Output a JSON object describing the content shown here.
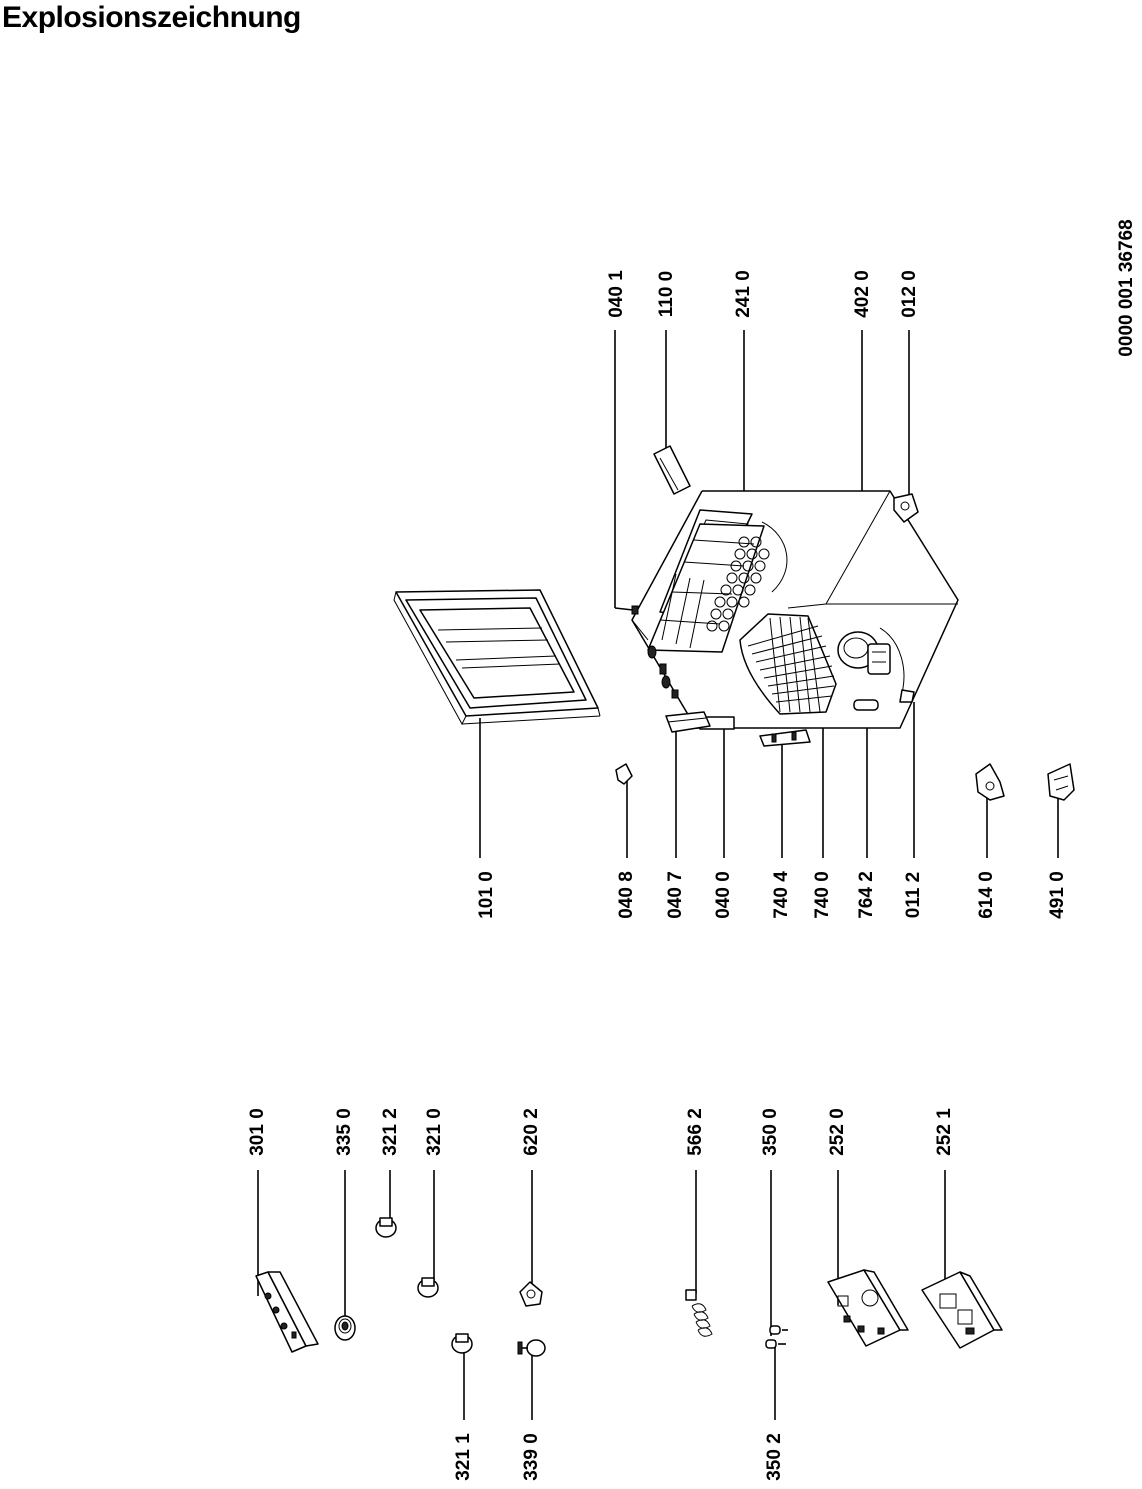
{
  "title": "Explosionszeichnung",
  "document_number": "0000 001 36768",
  "labels": {
    "c101_0": "101 0",
    "c040_1": "040 1",
    "c110_0": "110 0",
    "c241_0": "241 0",
    "c402_0": "402 0",
    "c012_0": "012 0",
    "c040_8": "040 8",
    "c040_7": "040 7",
    "c040_0": "040 0",
    "c740_4": "740 4",
    "c740_0": "740 0",
    "c764_2": "764 2",
    "c011_2": "011 2",
    "c614_0": "614 0",
    "c491_0": "491 0",
    "c301_0": "301 0",
    "c335_0": "335 0",
    "c321_2": "321 2",
    "c321_0": "321 0",
    "c620_2": "620 2",
    "c566_2": "566 2",
    "c350_0": "350 0",
    "c252_0": "252 0",
    "c252_1": "252 1",
    "c321_1": "321 1",
    "c339_0": "339 0",
    "c350_2": "350 2"
  }
}
